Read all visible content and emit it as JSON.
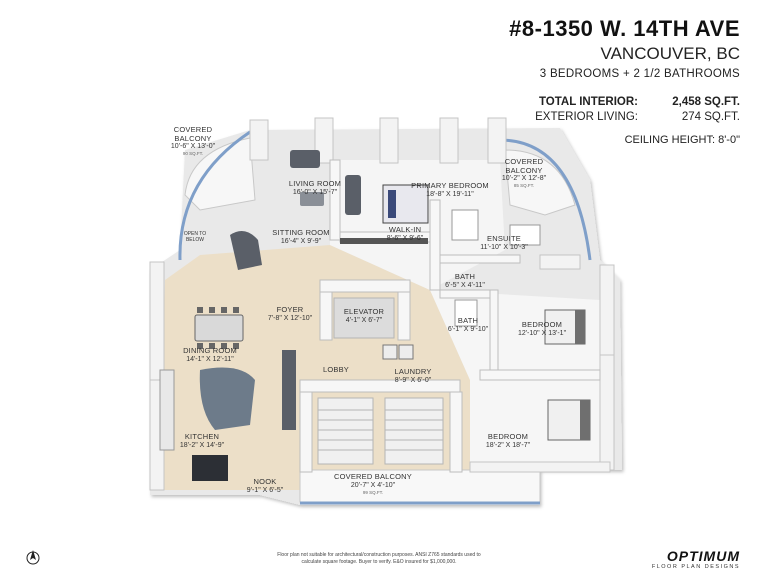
{
  "header": {
    "address": "#8-1350 W. 14TH AVE",
    "city": "VANCOUVER, BC",
    "bedrooms_baths": "3 BEDROOMS + 2 1/2 BATHROOMS"
  },
  "stats": {
    "interior_label": "TOTAL INTERIOR:",
    "interior_value": "2,458 SQ.FT.",
    "exterior_label": "EXTERIOR LIVING:",
    "exterior_value": "274 SQ.FT.",
    "ceiling": "CEILING HEIGHT: 8'-0\""
  },
  "rooms": {
    "covered_balcony_left": {
      "name": "COVERED\nBALCONY",
      "dims": "10'-6\" X 13'-0\"",
      "sqft": "90 SQ.FT."
    },
    "covered_balcony_right": {
      "name": "COVERED\nBALCONY",
      "dims": "10'-2\" X 12'-8\"",
      "sqft": "85 SQ.FT."
    },
    "covered_balcony_bottom": {
      "name": "COVERED BALCONY",
      "dims": "20'-7\" X 4'-10\"",
      "sqft": "99 SQ.FT."
    },
    "living_room": {
      "name": "LIVING ROOM",
      "dims": "16'-0\" X 15'-7\""
    },
    "primary_bedroom": {
      "name": "PRIMARY BEDROOM",
      "dims": "18'-8\" X 19'-11\""
    },
    "sitting_room": {
      "name": "SITTING ROOM",
      "dims": "16'-4\" X 9'-9\""
    },
    "open_to_below": {
      "name": "OPEN TO\nBELOW"
    },
    "walk_in": {
      "name": "WALK-IN",
      "dims": "8'-6\" X 9'-6\""
    },
    "ensuite": {
      "name": "ENSUITE",
      "dims": "11'-10\" X 10'-3\""
    },
    "bath1": {
      "name": "BATH",
      "dims": "6'-5\" X 4'-11\""
    },
    "bath2": {
      "name": "BATH",
      "dims": "6'-1\" X 9'-10\""
    },
    "foyer": {
      "name": "FOYER",
      "dims": "7'-8\" X 12'-10\""
    },
    "elevator": {
      "name": "ELEVATOR",
      "dims": "4'-1\" X 6'-7\""
    },
    "bedroom1": {
      "name": "BEDROOM",
      "dims": "12'-10\" X 13'-1\""
    },
    "dining_room": {
      "name": "DINING ROOM",
      "dims": "14'-1\" X 12'-11\""
    },
    "lobby": {
      "name": "LOBBY"
    },
    "laundry": {
      "name": "LAUNDRY",
      "dims": "8'-9\" X 6'-0\""
    },
    "kitchen": {
      "name": "KITCHEN",
      "dims": "18'-2\" X 14'-9\""
    },
    "bedroom2": {
      "name": "BEDROOM",
      "dims": "18'-2\" X 18'-7\""
    },
    "nook": {
      "name": "NOOK",
      "dims": "9'-1\" X 6'-5\""
    }
  },
  "footer": {
    "disclaimer_1": "Floor plan not suitable for architectural/construction purposes. ANSI Z765 standards used to",
    "disclaimer_2": "calculate square footage. Buyer to verify. E&O insured for $1,000,000.",
    "logo_main": "OPTIMUM",
    "logo_sub": "FLOOR PLAN DESIGNS"
  },
  "colors": {
    "wall": "#f2f2f2",
    "wall_shadow": "#c9c9c9",
    "floor_wood": "#ece3d2",
    "floor_tile": "#f4f4f4",
    "glass": "#7f9fc9",
    "furniture": "#5a5f68"
  }
}
